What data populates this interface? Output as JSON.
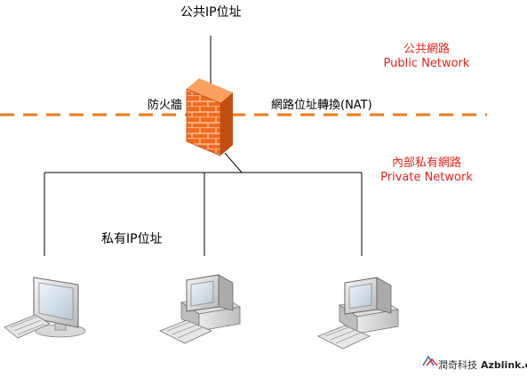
{
  "labels": {
    "public_ip": "公共IP位址",
    "public_zh": "公共網路",
    "public_en": "Public Network",
    "firewall": "防火牆",
    "nat": "網路位址轉換(NAT)",
    "private_zh": "內部私有網路",
    "private_en": "Private Network",
    "private_ip": "私有IP位址"
  },
  "watermark": {
    "brand": "潤奇科技",
    "site": "Azblink.com"
  },
  "colors": {
    "boundary_dash": "#f07a1a",
    "network_label": "#e8231c",
    "firewall_brick": "#f26b1f",
    "line": "#000000"
  }
}
